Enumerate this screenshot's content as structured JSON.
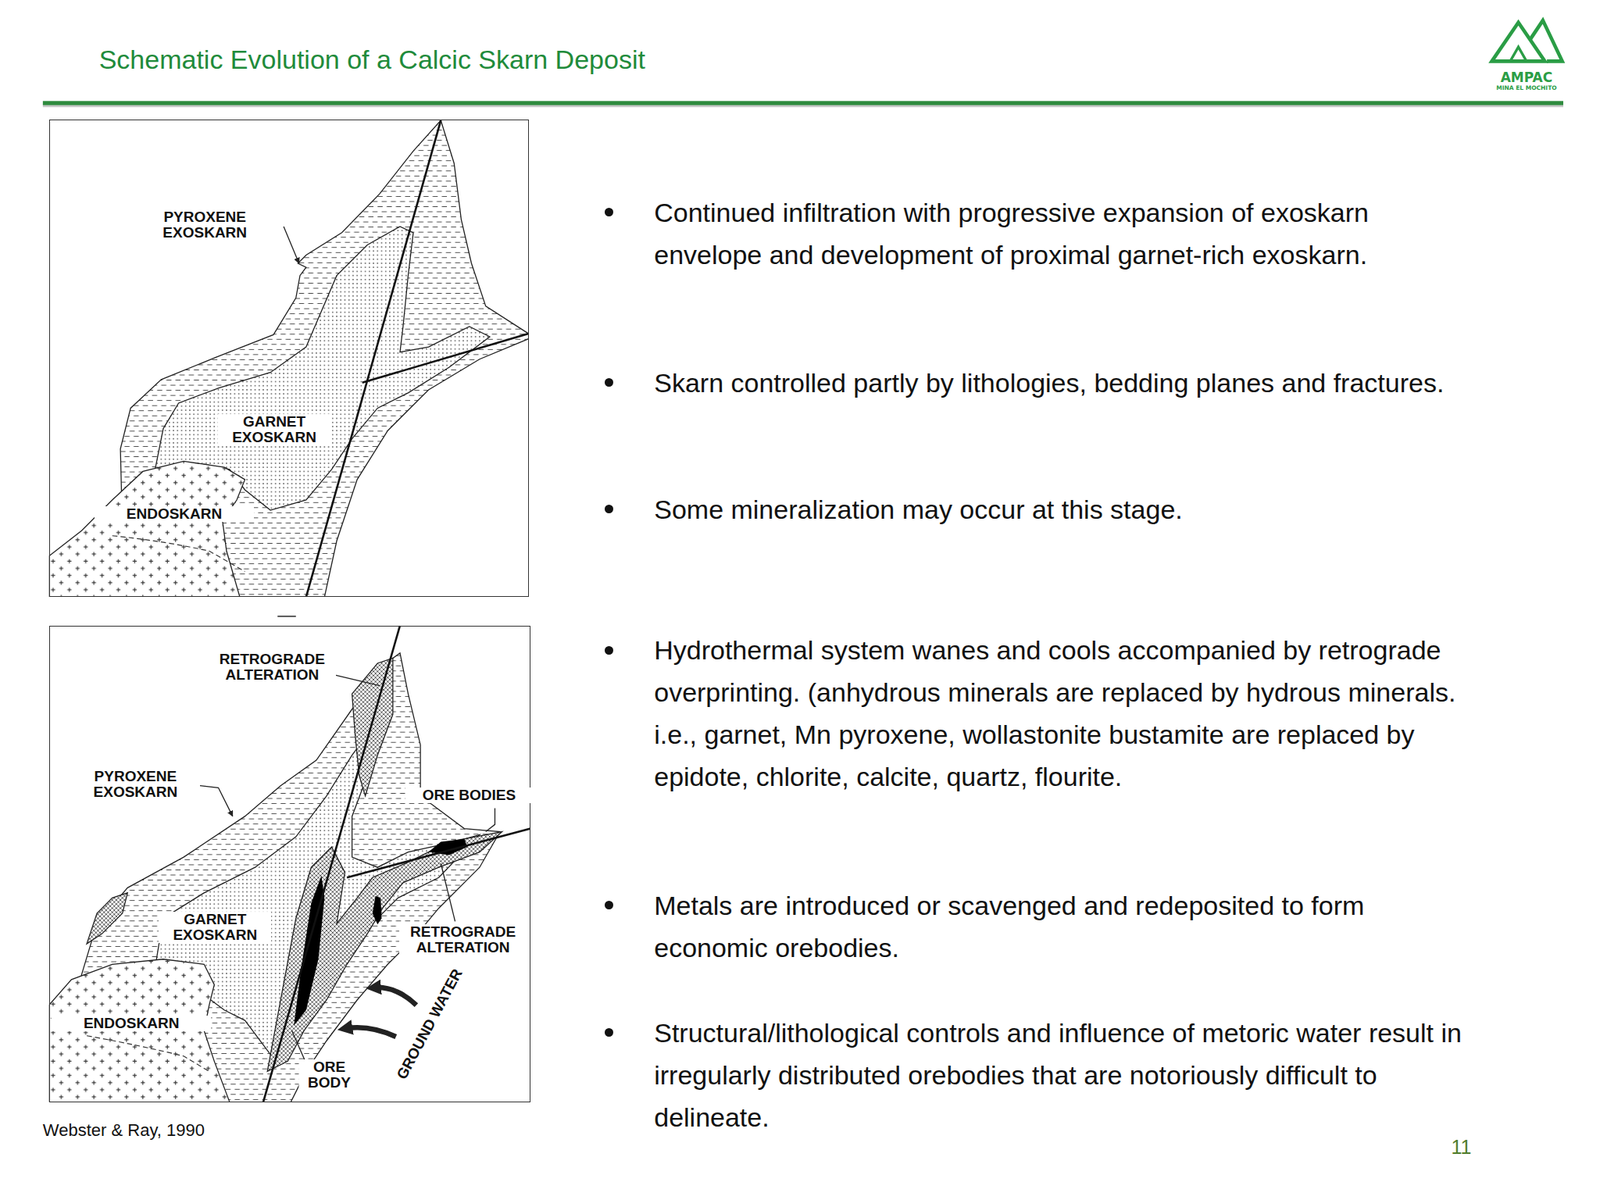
{
  "diagram": {
    "title": "Schematic Evolution of a Calcic Skarn Deposit",
    "nodes": [
      {
        "text": [
          "PYROXENE EXOSKARN",
          "GARNET EXOSKARN",
          "ENDOSKARN"
        ]
      },
      {
        "text": [
          "RETROGRADE ALTERATION",
          "PYROXENE EXOSKARN",
          "ORE BODIES",
          "GARNET EXOSKARN",
          "RETROGRADE ALTERATION",
          "ENDOSKARN",
          "ORE BODY",
          "GROUND WATER"
        ]
      }
    ],
    "labels": [
      "AMPAC",
      "MINA EL MOCHITO",
      "Continued infiltration with progressive expansion of exoskarn envelope and development of proximal garnet-rich exoskarn.",
      "Skarn controlled partly by lithologies, bedding planes and fractures.",
      "Some mineralization may occur at this stage.",
      "Hydrothermal system wanes and cools accompanied by retrograde overprinting. (anhydrous minerals are replaced by hydrous minerals. i.e., garnet, Mn pyroxene, wollastonite bustamite are replaced by epidote, chlorite, calcite, quartz, flourite.",
      "Metals are introduced or scavenged and redeposited to form economic orebodies.",
      "Structural/lithological controls and influence of metoric water result in irregularly distributed orebodies that are notoriously difficult to delineate.",
      "Webster & Ray, 1990",
      "11"
    ]
  }
}
